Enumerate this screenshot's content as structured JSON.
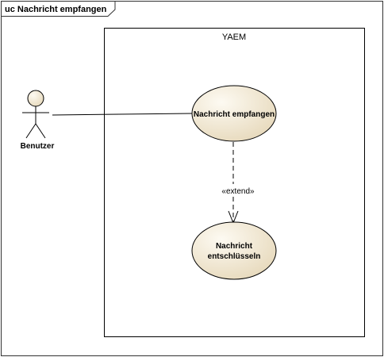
{
  "frame": {
    "title": "uc Nachricht empfangen"
  },
  "system": {
    "name": "YAEM"
  },
  "actor": {
    "name": "Benutzer"
  },
  "use_cases": [
    {
      "label_lines": [
        "Nachricht empfangen"
      ]
    },
    {
      "label_lines": [
        "Nachricht",
        "entschlüsseln"
      ]
    }
  ],
  "relationship": {
    "stereotype": "«extend»"
  },
  "colors": {
    "use_case_fill_light": "#fdfaf2",
    "use_case_fill_dark": "#e8dcc0",
    "stroke": "#000000",
    "frame_stroke": "#333333"
  }
}
